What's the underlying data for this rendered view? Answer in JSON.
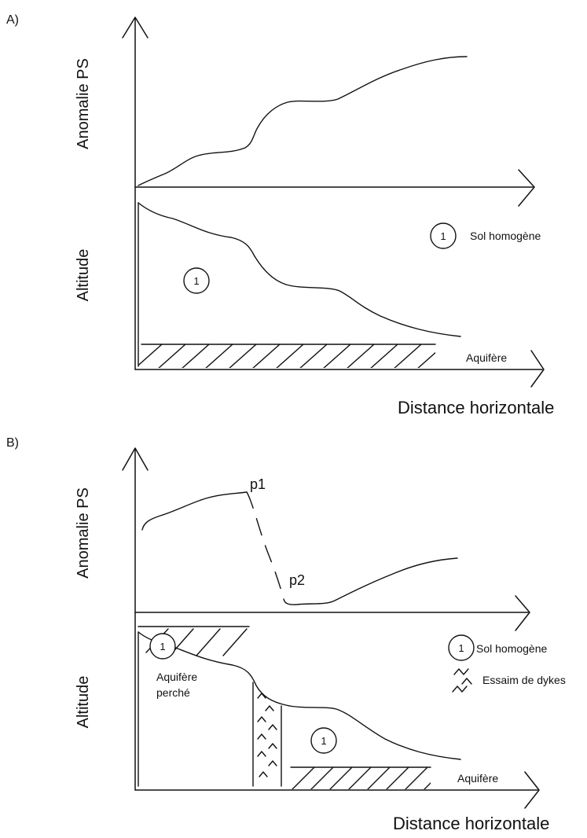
{
  "panel_a": {
    "label": "A)",
    "ylabel_top": "Anomalie PS",
    "ylabel_bottom": "Altitude",
    "circle_number": "1",
    "legend_circle_number": "1",
    "legend_text": "Sol homogène",
    "aquifer_label": "Aquifère",
    "xlabel": "Distance horizontale"
  },
  "panel_b": {
    "label": "B)",
    "ylabel_top": "Anomalie PS",
    "ylabel_bottom": "Altitude",
    "point_p1": "p1",
    "point_p2": "p2",
    "zone1_number": "1",
    "zone2_number": "1",
    "perched_aquifer_line1": "Aquifère",
    "perched_aquifer_line2": "perché",
    "legend_circle_number": "1",
    "legend_soil": "Sol homogène",
    "legend_dykes": "Essaim de dykes",
    "aquifer_label": "Aquifère",
    "xlabel": "Distance horizontale"
  }
}
